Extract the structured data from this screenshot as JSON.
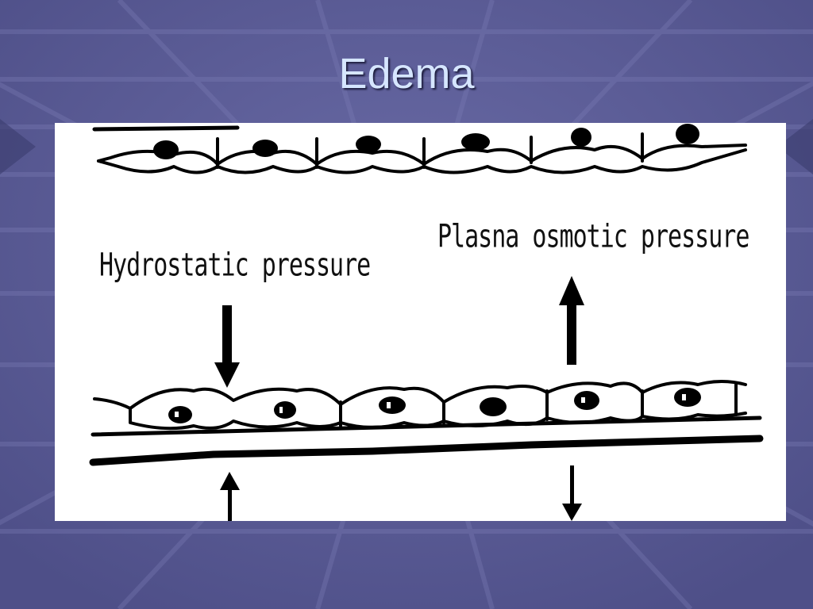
{
  "slide": {
    "title": "Edema",
    "background_color": "#5b5c96",
    "title_color": "#d6e6ff"
  },
  "diagram": {
    "labels": {
      "hydrostatic": "Hydrostatic pressure",
      "plasma_osmotic": "Plasna osmotic pressure"
    }
  }
}
